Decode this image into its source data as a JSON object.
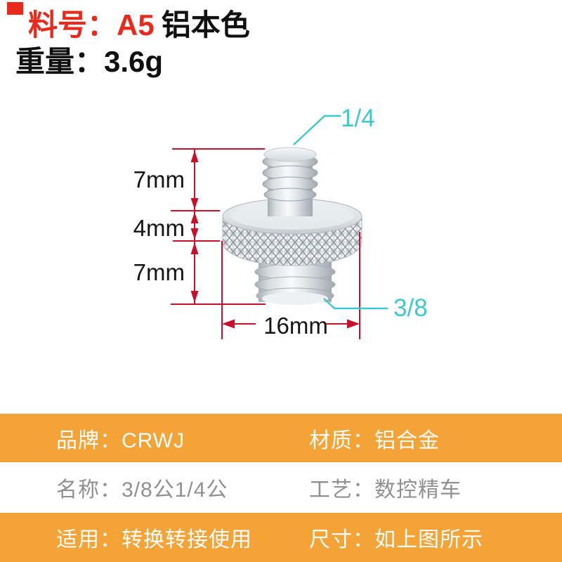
{
  "header": {
    "line1_red": "料号：A5",
    "line1_black": "铝本色",
    "line2": "重量：3.6g"
  },
  "diagram": {
    "dims": {
      "top_thread_length": "7mm",
      "disc_thickness": "4mm",
      "bottom_thread_length": "7mm",
      "disc_diameter": "16mm"
    },
    "callouts": {
      "top_thread": "1/4",
      "bottom_thread": "3/8"
    },
    "colors": {
      "dimension_red": "#c8102b",
      "callout_teal": "#3ec8cc"
    }
  },
  "table": {
    "accent_orange": "#f4a437",
    "rows": [
      {
        "cells": [
          {
            "text": "品牌：CRWJ"
          },
          {
            "text": "材质：铝合金"
          }
        ]
      },
      {
        "cells": [
          {
            "text": "名称：3/8公1/4公"
          },
          {
            "text": "工艺：数控精车"
          }
        ]
      },
      {
        "cells": [
          {
            "text": "适用：转换转接使用"
          },
          {
            "text": "尺寸：如上图所示"
          }
        ]
      }
    ]
  }
}
